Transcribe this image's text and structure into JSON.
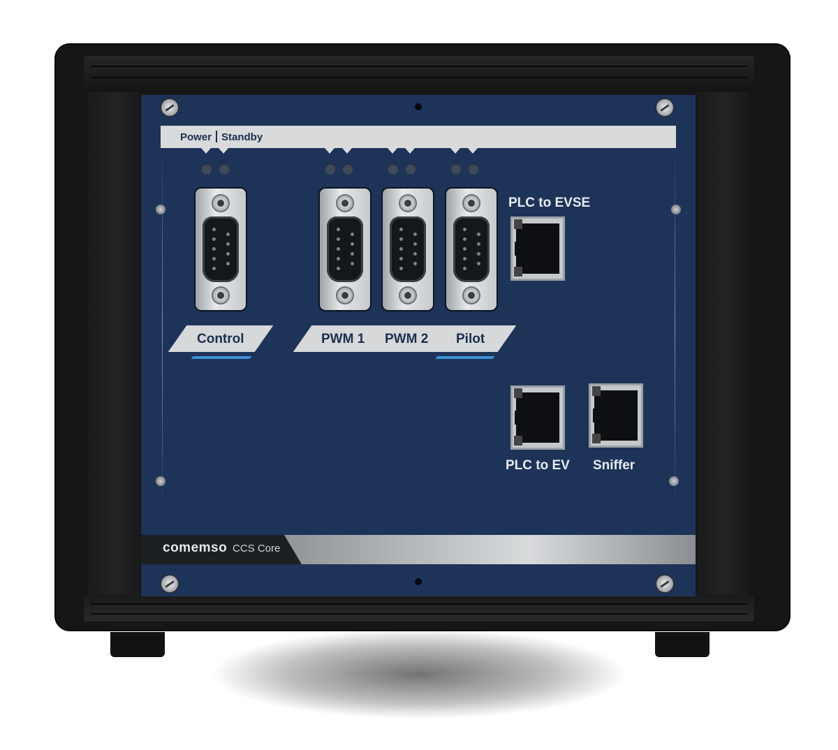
{
  "device": {
    "brand": "comemso",
    "product": "CCS Core"
  },
  "front_panel": {
    "status_leds": {
      "power": "Power",
      "standby": "Standby"
    },
    "ports": {
      "control": "Control",
      "pwm1": "PWM 1",
      "pwm2": "PWM 2",
      "pilot": "Pilot",
      "plc_to_evse": "PLC to EVSE",
      "plc_to_ev": "PLC to EV",
      "sniffer": "Sniffer"
    }
  },
  "colors": {
    "panel": "#1d3358",
    "accent": "#3d8fd6",
    "chassis": "#161616"
  }
}
